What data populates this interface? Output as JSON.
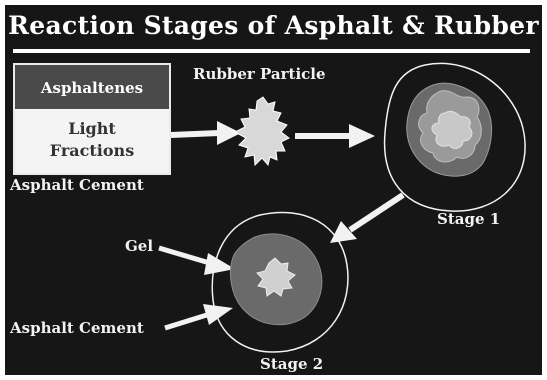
{
  "title": "Reaction Stages of Asphalt & Rubber",
  "asphalt_box": {
    "top_label": "Asphaltenes",
    "bottom_line1": "Light",
    "bottom_line2": "Fractions"
  },
  "labels": {
    "asphalt_cement_top": "Asphalt Cement",
    "rubber_particle": "Rubber Particle",
    "stage1": "Stage 1",
    "gel": "Gel",
    "asphalt_cement_bottom": "Asphalt Cement",
    "stage2": "Stage 2"
  },
  "colors": {
    "background": "#161616",
    "text": "#f2f2f2",
    "asphaltenes_fill": "#4a4a4a",
    "light_fractions_fill": "#f4f4f4",
    "gel_fill": "#6a6a6a",
    "swollen_rubber_fill": "#9a9a9a",
    "rubber_fill": "#d6d6d6"
  }
}
